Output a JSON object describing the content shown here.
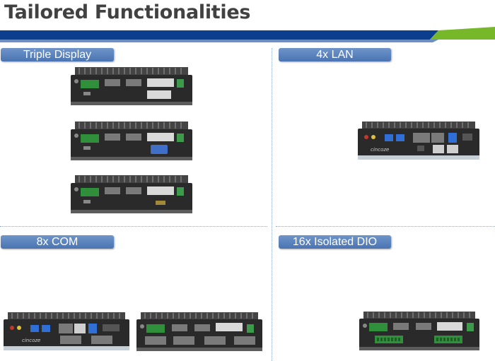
{
  "slide": {
    "title": "Tailored Functionalities",
    "colors": {
      "title": "#414141",
      "bar_blue": "#0b3f8e",
      "bar_green": "#76b82a",
      "label_bg": "#5b82be"
    }
  },
  "sections": [
    {
      "label": "Triple Display",
      "devices": [
        "dvi-vga-dvi-model",
        "dvi-vga-vga-model",
        "dvi-vga-hdmi-model"
      ]
    },
    {
      "label": "4x LAN",
      "devices": [
        "lan-model"
      ]
    },
    {
      "label": "8x COM",
      "devices": [
        "com-lan-model",
        "com-dvi-model"
      ]
    },
    {
      "label": "16x Isolated DIO",
      "devices": [
        "dio-model"
      ]
    }
  ],
  "brand": "cincoze"
}
